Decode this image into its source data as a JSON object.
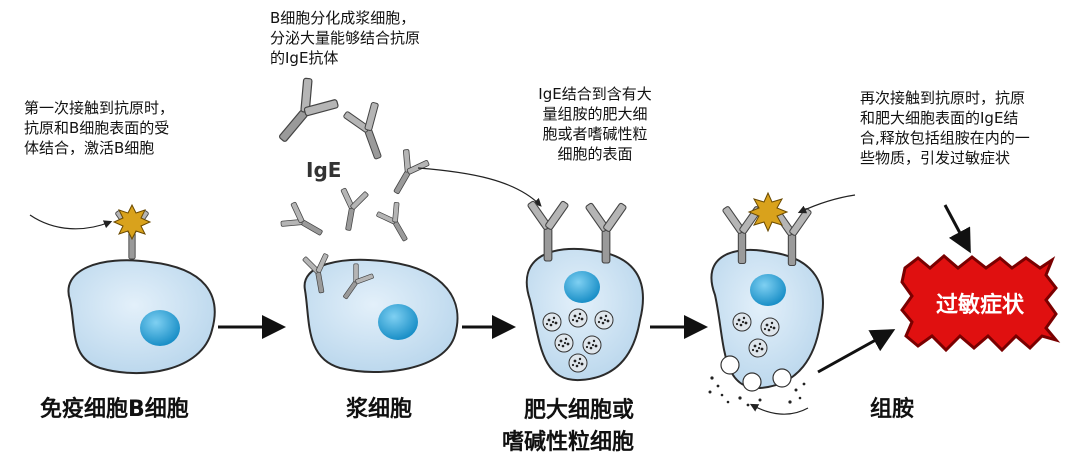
{
  "captions": {
    "b_cell_activation": [
      "第一次接触到抗原时，",
      "抗原和B细胞表面的受",
      "体结合，激活B细胞"
    ],
    "plasma_secretion": [
      "B细胞分化成浆细胞，",
      "分泌大量能够结合抗原",
      "的IgE抗体"
    ],
    "ige_binding": [
      "IgE结合到含有大",
      "量组胺的肥大细",
      "胞或者嗜碱性粒",
      "细胞的表面"
    ],
    "second_exposure": [
      "再次接触到抗原时，抗原",
      "和肥大细胞表面的IgE结",
      "合,释放包括组胺在内的一",
      "些物质，引发过敏症状"
    ]
  },
  "ige_label": "IgE",
  "stage_labels": {
    "b_cell": "免疫细胞B细胞",
    "plasma_cell": "浆细胞",
    "mast_cell_1": "肥大细胞或",
    "mast_cell_2": "嗜碱性粒细胞",
    "histamine": "组胺"
  },
  "allergy_label": "过敏症状",
  "colors": {
    "cell_fill": "#cfe3f3",
    "cell_stroke": "#2b2b2b",
    "nucleus": "#2aa8dc",
    "antigen": "#d9a21c",
    "allergy_red": "#e01010",
    "allergy_dark": "#7a0000"
  }
}
